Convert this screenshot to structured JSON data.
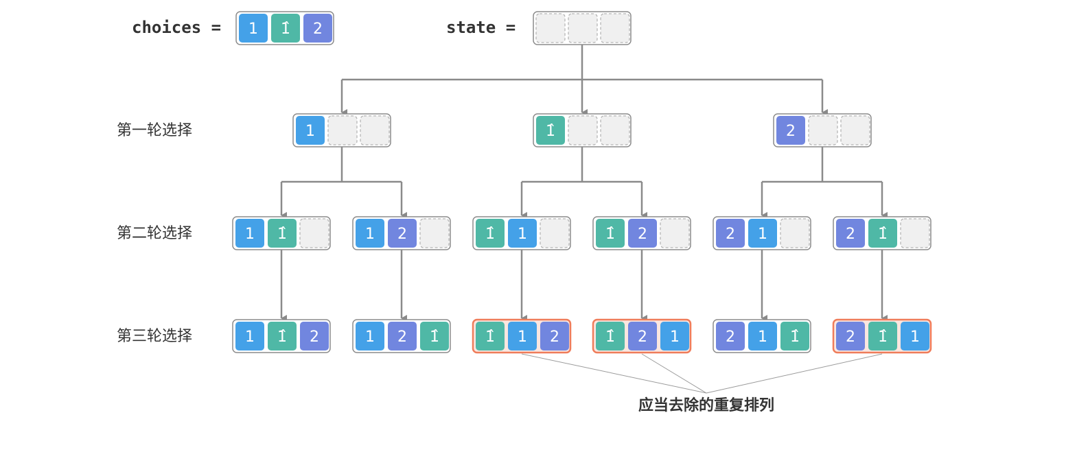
{
  "header": {
    "choices_label": "choices =",
    "state_label": "state =",
    "choices": [
      "1",
      "1̂",
      "2"
    ]
  },
  "rows": [
    {
      "label": "第一轮选择"
    },
    {
      "label": "第二轮选择"
    },
    {
      "label": "第三轮选择"
    }
  ],
  "level1": [
    [
      "1",
      "",
      ""
    ],
    [
      "1̂",
      "",
      ""
    ],
    [
      "2",
      "",
      ""
    ]
  ],
  "level2": [
    [
      "1",
      "1̂",
      ""
    ],
    [
      "1",
      "2",
      ""
    ],
    [
      "1̂",
      "1",
      ""
    ],
    [
      "1̂",
      "2",
      ""
    ],
    [
      "2",
      "1",
      ""
    ],
    [
      "2",
      "1̂",
      ""
    ]
  ],
  "level3": [
    [
      "1",
      "1̂",
      "2"
    ],
    [
      "1",
      "2",
      "1̂"
    ],
    [
      "1̂",
      "1",
      "2"
    ],
    [
      "1̂",
      "2",
      "1"
    ],
    [
      "2",
      "1",
      "1̂"
    ],
    [
      "2",
      "1̂",
      "1"
    ]
  ],
  "duplicates": [
    2,
    3,
    5
  ],
  "annotation": "应当去除的重复排列",
  "colors": {
    "one": "#44a1e8",
    "one_hat": "#4fb8a6",
    "two": "#7186df",
    "empty": "#f0f0f0",
    "box_border": "#8c8c8c",
    "line": "#8a8a8a",
    "highlight_border": "#ef7c5a",
    "highlight_fill": "#fbe6df",
    "text_dark": "#333333"
  }
}
